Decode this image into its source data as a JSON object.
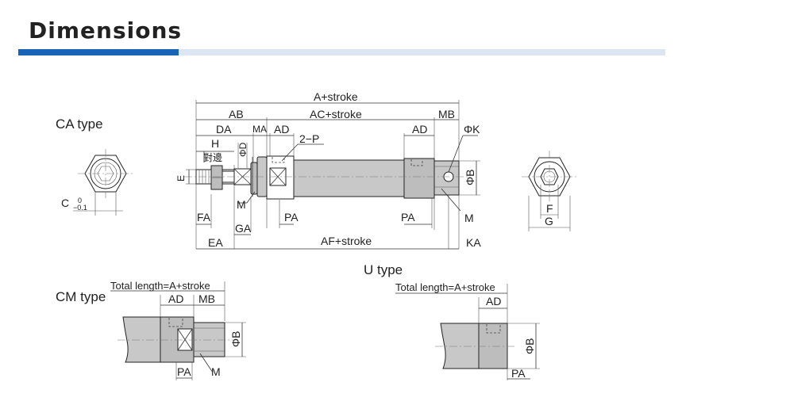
{
  "header": {
    "title": "Dimensions"
  },
  "types": {
    "ca": "CA type",
    "cm": "CM type",
    "u": "U type"
  },
  "dims": {
    "a_stroke": "A+stroke",
    "ab": "AB",
    "ac_stroke": "AC+stroke",
    "mb": "MB",
    "da": "DA",
    "ma": "MA",
    "ad": "AD",
    "h": "H",
    "two_p": "2−P",
    "phi_k": "ΦK",
    "phi_d": "ΦD",
    "phi_b": "ΦB",
    "e": "E",
    "wrench": "對邊",
    "fa": "FA",
    "m": "M",
    "pa": "PA",
    "ga": "GA",
    "ea": "EA",
    "af_stroke": "AF+stroke",
    "ka": "KA",
    "c": "C",
    "c_tol_upper": "0",
    "c_tol_lower": "−0.1",
    "f": "F",
    "g": "G",
    "total_length": "Total length=A+stroke"
  }
}
